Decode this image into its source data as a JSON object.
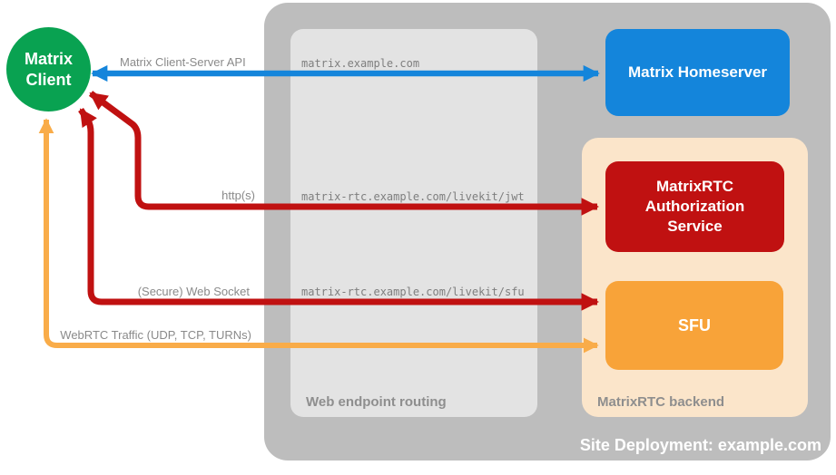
{
  "client": {
    "label": "Matrix Client"
  },
  "homeserver": {
    "label": "Matrix Homeserver"
  },
  "backend": {
    "label": "MatrixRTC backend",
    "auth_service": {
      "label": "MatrixRTC Authorization Service"
    },
    "sfu": {
      "label": "SFU"
    }
  },
  "routing": {
    "label": "Web endpoint routing",
    "endpoints": [
      "matrix.example.com",
      "matrix-rtc.example.com/livekit/jwt",
      "matrix-rtc.example.com/livekit/sfu"
    ]
  },
  "arrows": {
    "client_server_api": {
      "label": "Matrix Client-Server API",
      "color": "#1485DB"
    },
    "https": {
      "label": "http(s)",
      "color": "#C01111"
    },
    "websocket": {
      "label": "(Secure) Web Socket",
      "color": "#C01111"
    },
    "webrtc": {
      "label": "WebRTC Traffic (UDP, TCP, TURNs)",
      "color": "#F9AC49"
    }
  },
  "site": {
    "label": "Site Deployment: example.com"
  },
  "colors": {
    "client_green": "#09A251",
    "homeserver_blue": "#1485DB",
    "auth_red": "#C01111",
    "sfu_orange": "#F8A339",
    "backend_peach": "#FBE5CA",
    "outer_gray": "#BDBDBD",
    "routing_gray": "#E3E3E3",
    "label_gray": "#8A8A8A"
  }
}
